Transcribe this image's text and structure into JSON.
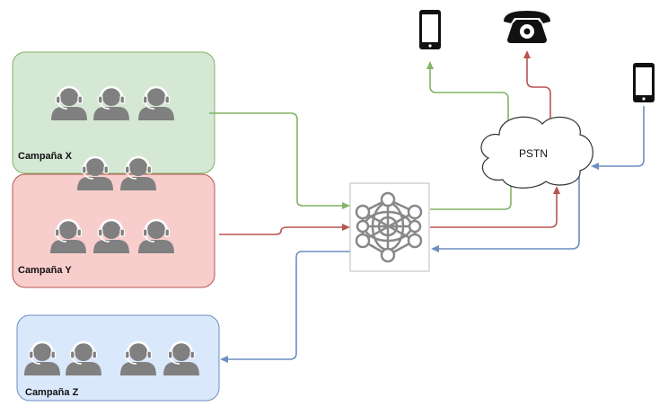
{
  "campaigns": {
    "x": {
      "label": "Campaña X",
      "fill": "#d5e8d4",
      "stroke": "#82b366"
    },
    "y": {
      "label": "Campaña Y",
      "fill": "#f8cecc",
      "stroke": "#b85450"
    },
    "z": {
      "label": "Campaña Z",
      "fill": "#dae8fc",
      "stroke": "#6c8ebf"
    }
  },
  "cloud": {
    "label": "PSTN"
  },
  "icons": {
    "agent": "agent-headset-icon",
    "hub": "network-hub-icon",
    "mobile": "mobile-phone-icon",
    "landline": "landline-phone-icon"
  },
  "colors": {
    "green": "#82b366",
    "red": "#b85450",
    "blue": "#6c8ebf",
    "agent": "#808080",
    "hub": "#888888"
  }
}
